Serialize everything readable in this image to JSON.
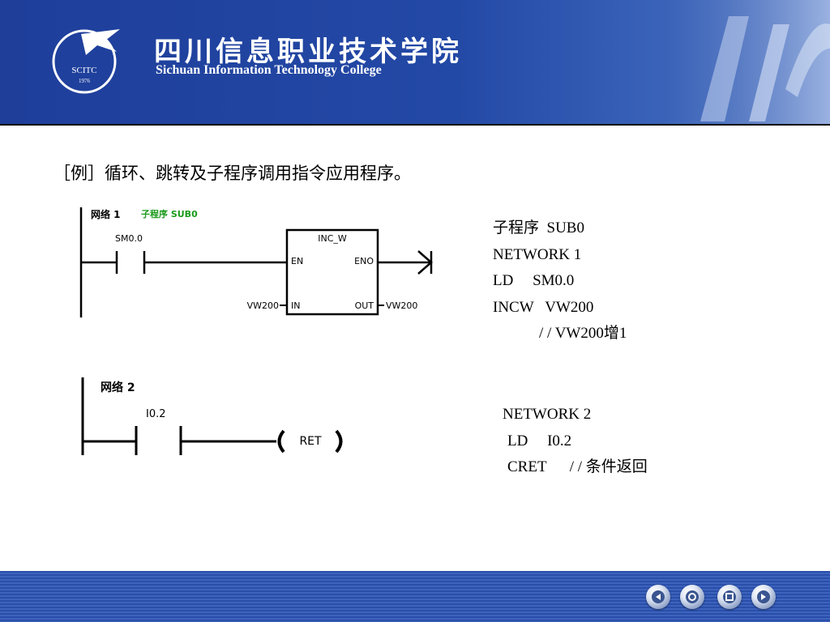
{
  "header": {
    "college_name_cn": "四川信息职业技术学院",
    "college_name_en": "Sichuan Information Technology College",
    "logo_text": "SCITC",
    "logo_year": "1976"
  },
  "example_title": "［例］循环、跳转及子程序调用指令应用程序。",
  "ladder1": {
    "network_label": "网络 1",
    "subroutine_label": "子程序 SUB0",
    "contact_label": "SM0.0",
    "box_title": "INC_W",
    "en": "EN",
    "eno": "ENO",
    "in": "IN",
    "out": "OUT",
    "in_operand": "VW200",
    "out_operand": "VW200"
  },
  "ladder2": {
    "network_label": "网络 2",
    "contact_label": "I0.2",
    "coil_label": "RET"
  },
  "code1": [
    "子程序  SUB0",
    "NETWORK 1",
    "LD     SM0.0",
    "INCW   VW200",
    "            / / VW200增1"
  ],
  "code2": [
    "NETWORK 2",
    "LD     I0.2",
    "CRET      / / 条件返回"
  ],
  "nav": [
    "back",
    "home",
    "menu",
    "forward"
  ]
}
